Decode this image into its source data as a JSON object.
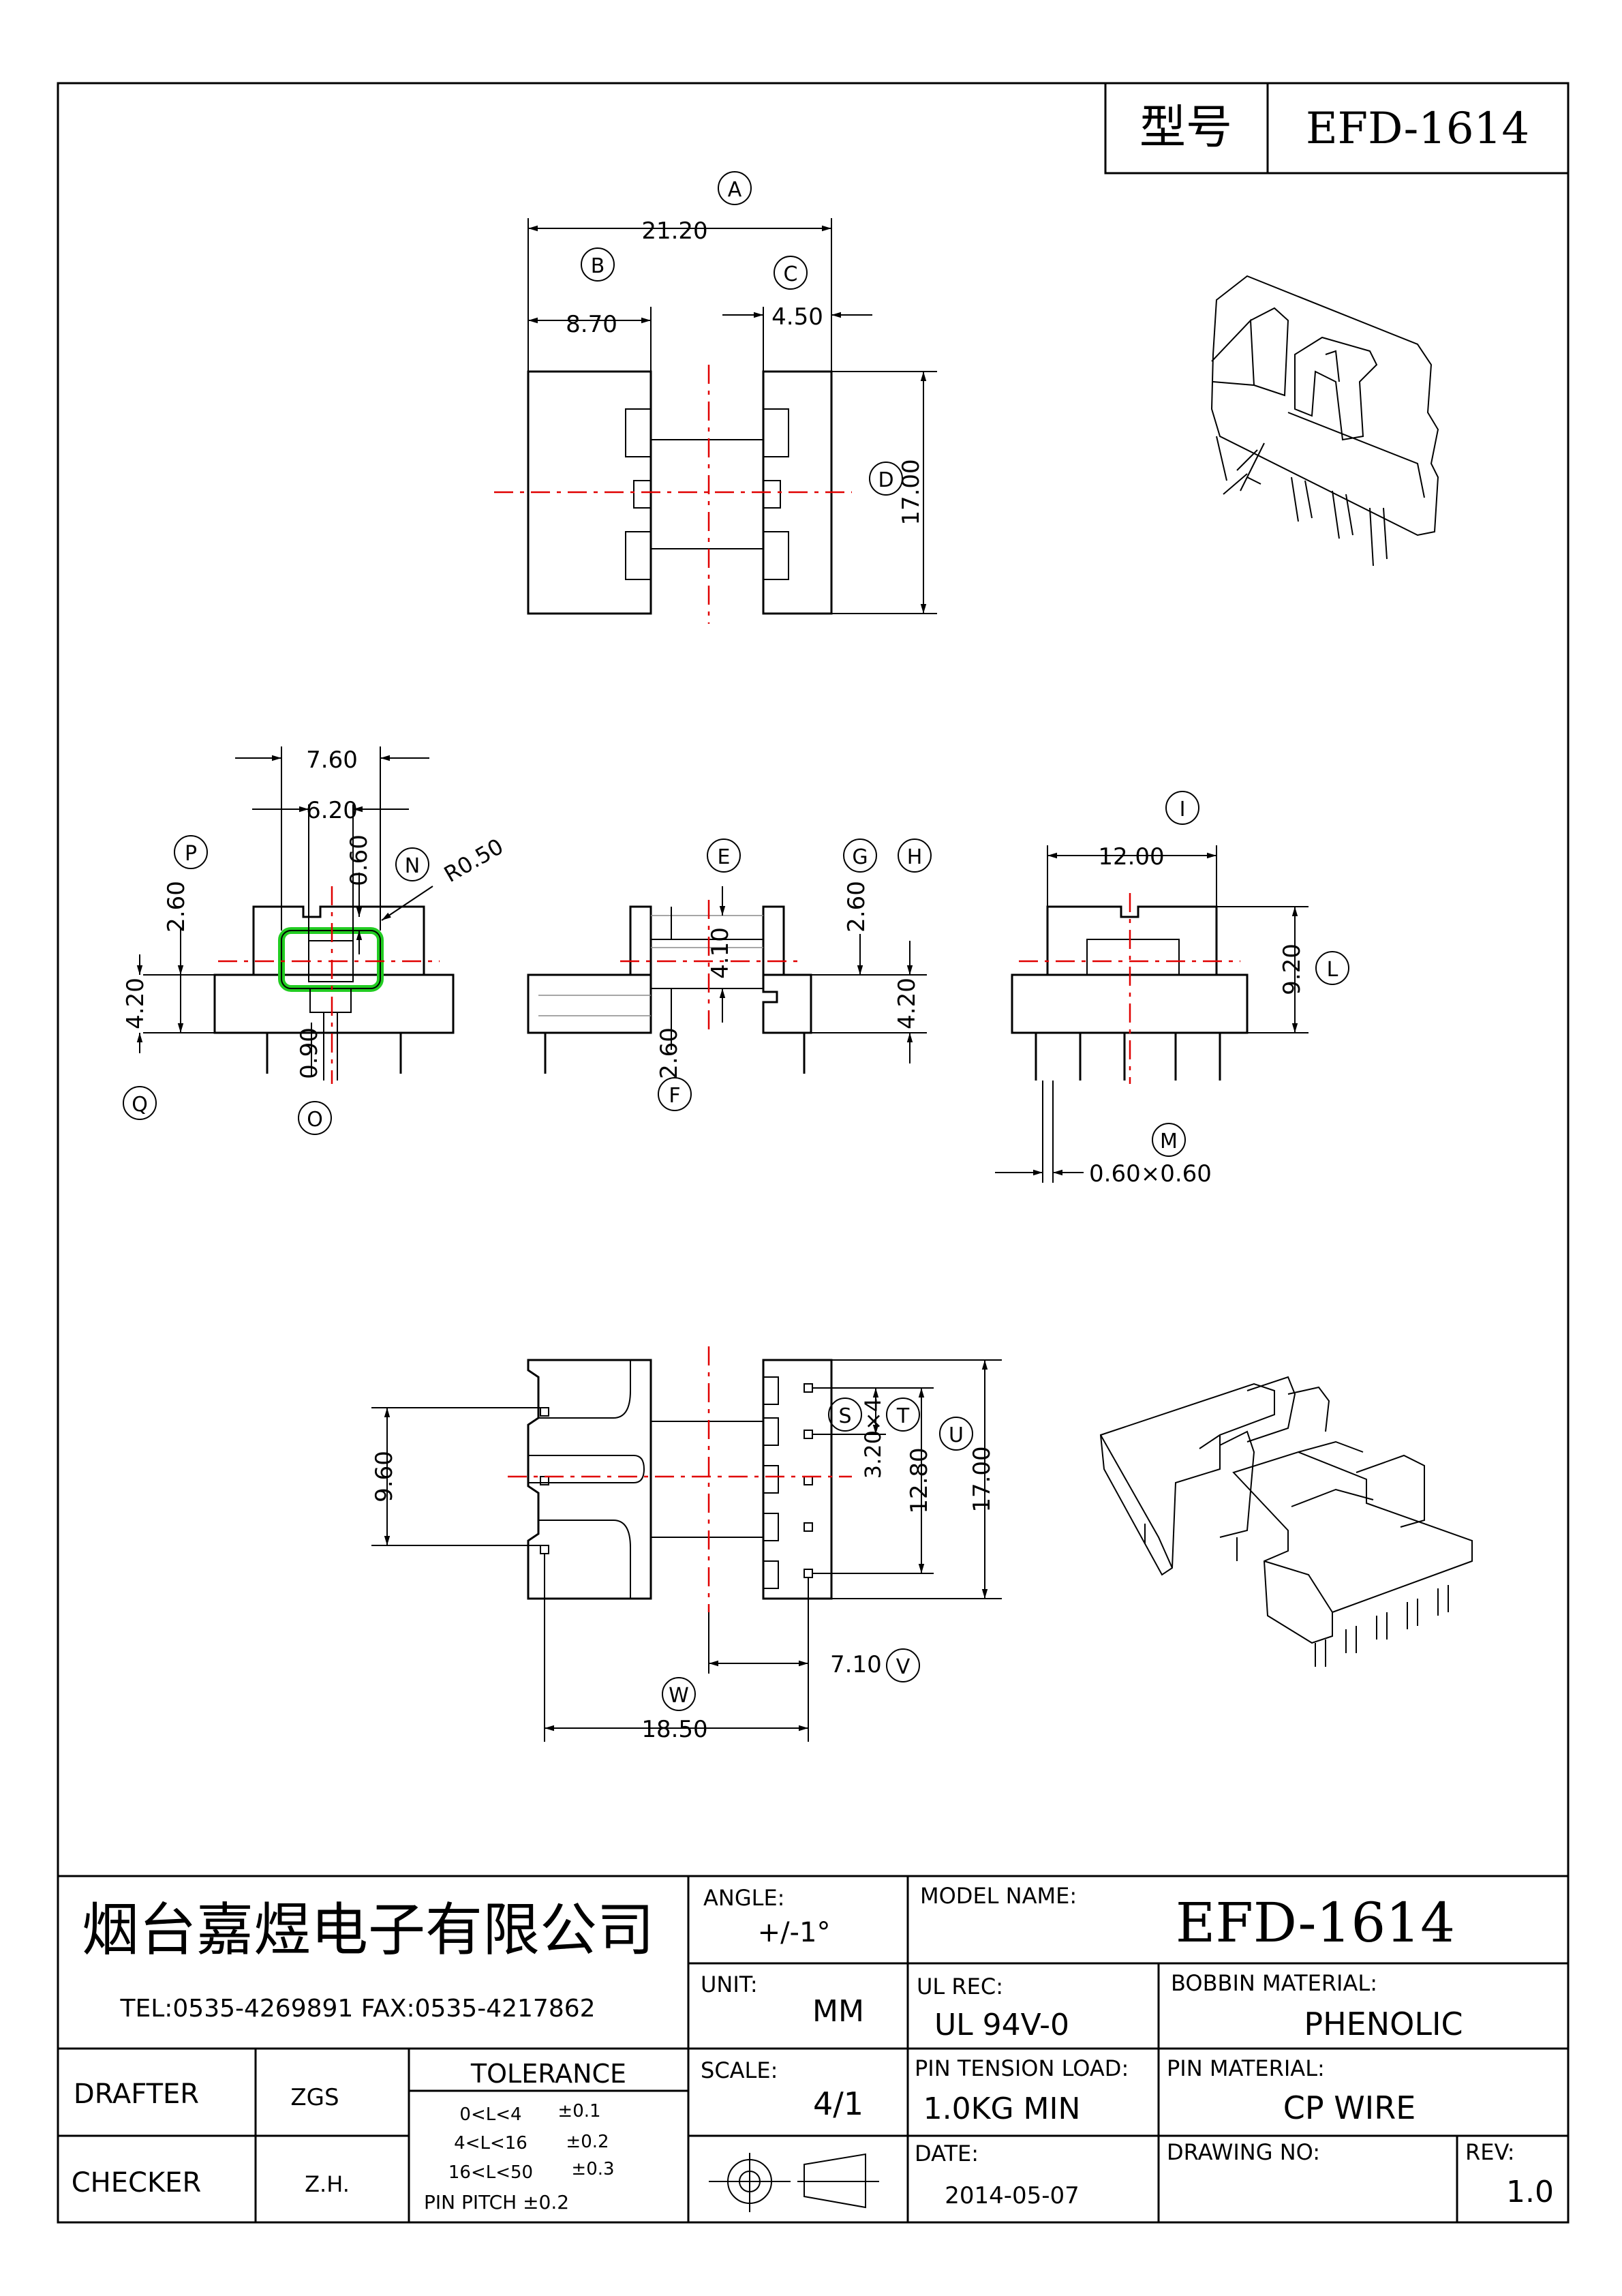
{
  "header": {
    "type_label": "型号",
    "model": "EFD-1614"
  },
  "views": {
    "top": {
      "dims": {
        "A": "21.20",
        "B": "8.70",
        "C": "4.50",
        "D": "17.00"
      },
      "letters": {
        "A": "A",
        "B": "B",
        "C": "C",
        "D": "D"
      }
    },
    "front": {
      "dims": {
        "w1": "7.60",
        "w2": "6.20",
        "h1": "2.60",
        "h2": "4.20",
        "t": "0.60",
        "t2": "0.90",
        "r": "R0.50"
      },
      "letters": {
        "P": "P",
        "N": "N",
        "Q": "Q",
        "O": "O"
      }
    },
    "side": {
      "dims": {
        "e": "4.10",
        "f": "2.60",
        "g": "2.60",
        "h": "4.20"
      },
      "letters": {
        "E": "E",
        "F": "F",
        "G": "G",
        "H": "H"
      }
    },
    "end": {
      "dims": {
        "i": "12.00",
        "l": "9.20",
        "m": "0.60×0.60"
      },
      "letters": {
        "I": "I",
        "L": "L",
        "M": "M"
      }
    },
    "bottom": {
      "dims": {
        "h": "9.60",
        "s": "3.20×4",
        "t": "12.80",
        "u": "17.00",
        "v": "7.10",
        "w": "18.50"
      },
      "letters": {
        "S": "S",
        "T": "T",
        "U": "U",
        "V": "V",
        "W": "W"
      }
    }
  },
  "title_block": {
    "company": "烟台嘉煜电子有限公司",
    "contact": "TEL:0535-4269891   FAX:0535-4217862",
    "angle_label": "ANGLE:",
    "angle_value": "+/-1°",
    "model_name_label": "MODEL NAME:",
    "model_name_value": "EFD-1614",
    "unit_label": "UNIT:",
    "unit_value": "MM",
    "ul_label": "UL REC:",
    "ul_value": "UL 94V-0",
    "bobbin_label": "BOBBIN MATERIAL:",
    "bobbin_value": "PHENOLIC",
    "drafter_label": "DRAFTER",
    "drafter_value": "ZGS",
    "tolerance_label": "TOLERANCE",
    "tolerance_rows": [
      {
        "range": "0<L<4",
        "tol": "±0.1"
      },
      {
        "range": "4<L<16",
        "tol": "±0.2"
      },
      {
        "range": "16<L<50",
        "tol": "±0.3"
      }
    ],
    "pin_pitch": "PIN PITCH  ±0.2",
    "scale_label": "SCALE:",
    "scale_value": "4/1",
    "pin_tension_label": "PIN TENSION LOAD:",
    "pin_tension_value": "1.0KG MIN",
    "pin_material_label": "PIN MATERIAL:",
    "pin_material_value": "CP WIRE",
    "checker_label": "CHECKER",
    "checker_value": "Z.H.",
    "date_label": "DATE:",
    "date_value": "2014-05-07",
    "drawing_no_label": "DRAWING NO:",
    "drawing_no_value": "",
    "rev_label": "REV:",
    "rev_value": "1.0"
  },
  "colors": {
    "highlight": "#22cc22",
    "centerline": "#e00000"
  }
}
